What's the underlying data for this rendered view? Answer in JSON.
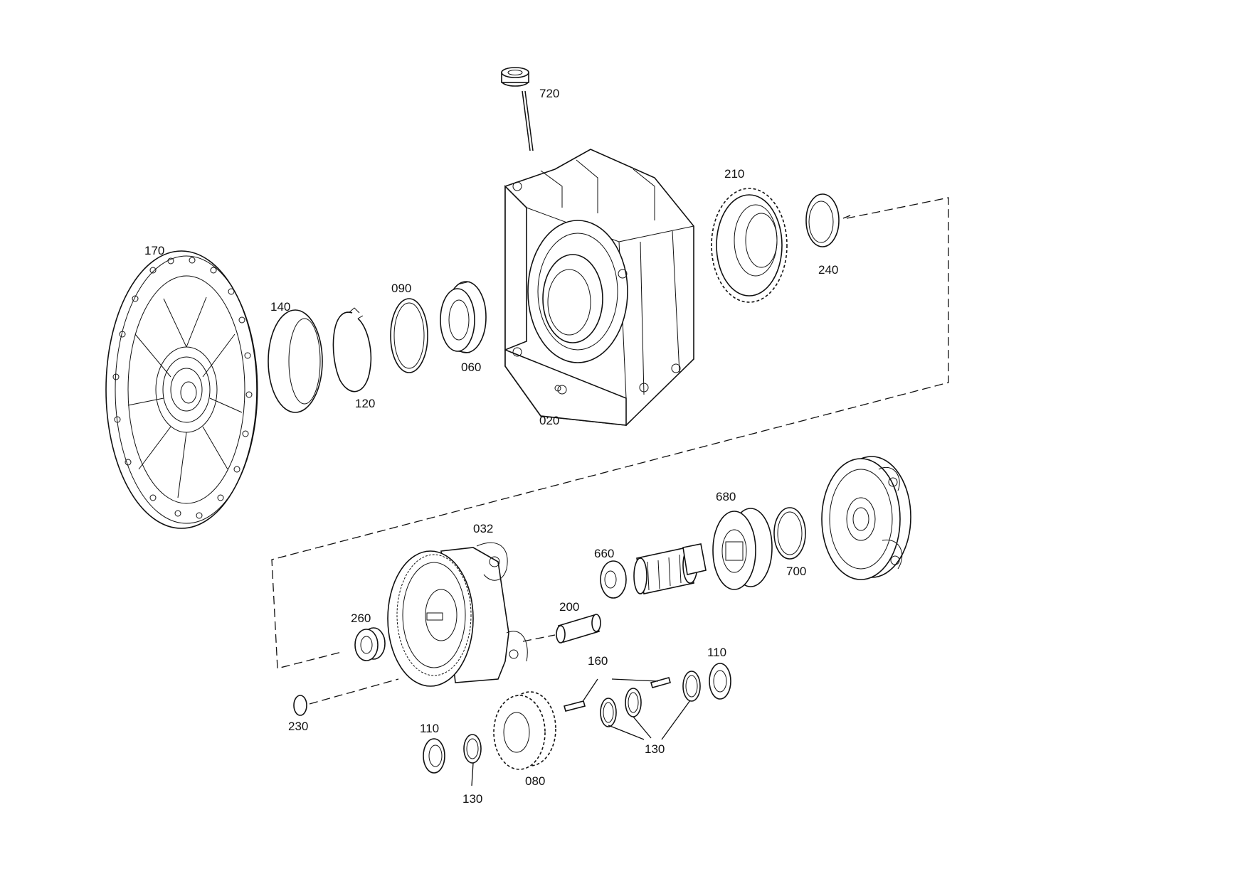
{
  "labels": {
    "l720": "720",
    "l210": "210",
    "l240": "240",
    "l170": "170",
    "l140": "140",
    "l090": "090",
    "l060": "060",
    "l120": "120",
    "l020": "020",
    "l680": "680",
    "l032": "032",
    "l660": "660",
    "l700": "700",
    "l200": "200",
    "l260": "260",
    "l160": "160",
    "l110a": "110",
    "l110b": "110",
    "l230": "230",
    "l130a": "130",
    "l130b": "130",
    "l080": "080"
  }
}
